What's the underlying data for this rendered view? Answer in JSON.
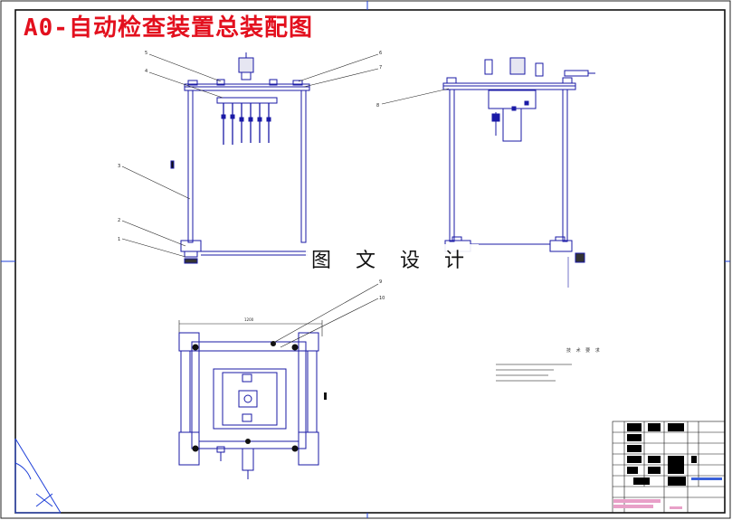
{
  "drawing": {
    "title": "A0-自动检查装置总装配图",
    "watermark": "图 文 设 计",
    "notes_heading": "技 术 要 求",
    "balloons_front": [
      "5",
      "4",
      "3",
      "2",
      "1"
    ],
    "balloons_front_right": [
      "6",
      "7"
    ],
    "balloons_side": [
      "8"
    ],
    "balloons_top": [
      "9",
      "10"
    ],
    "top_view_dimension": "1200"
  }
}
